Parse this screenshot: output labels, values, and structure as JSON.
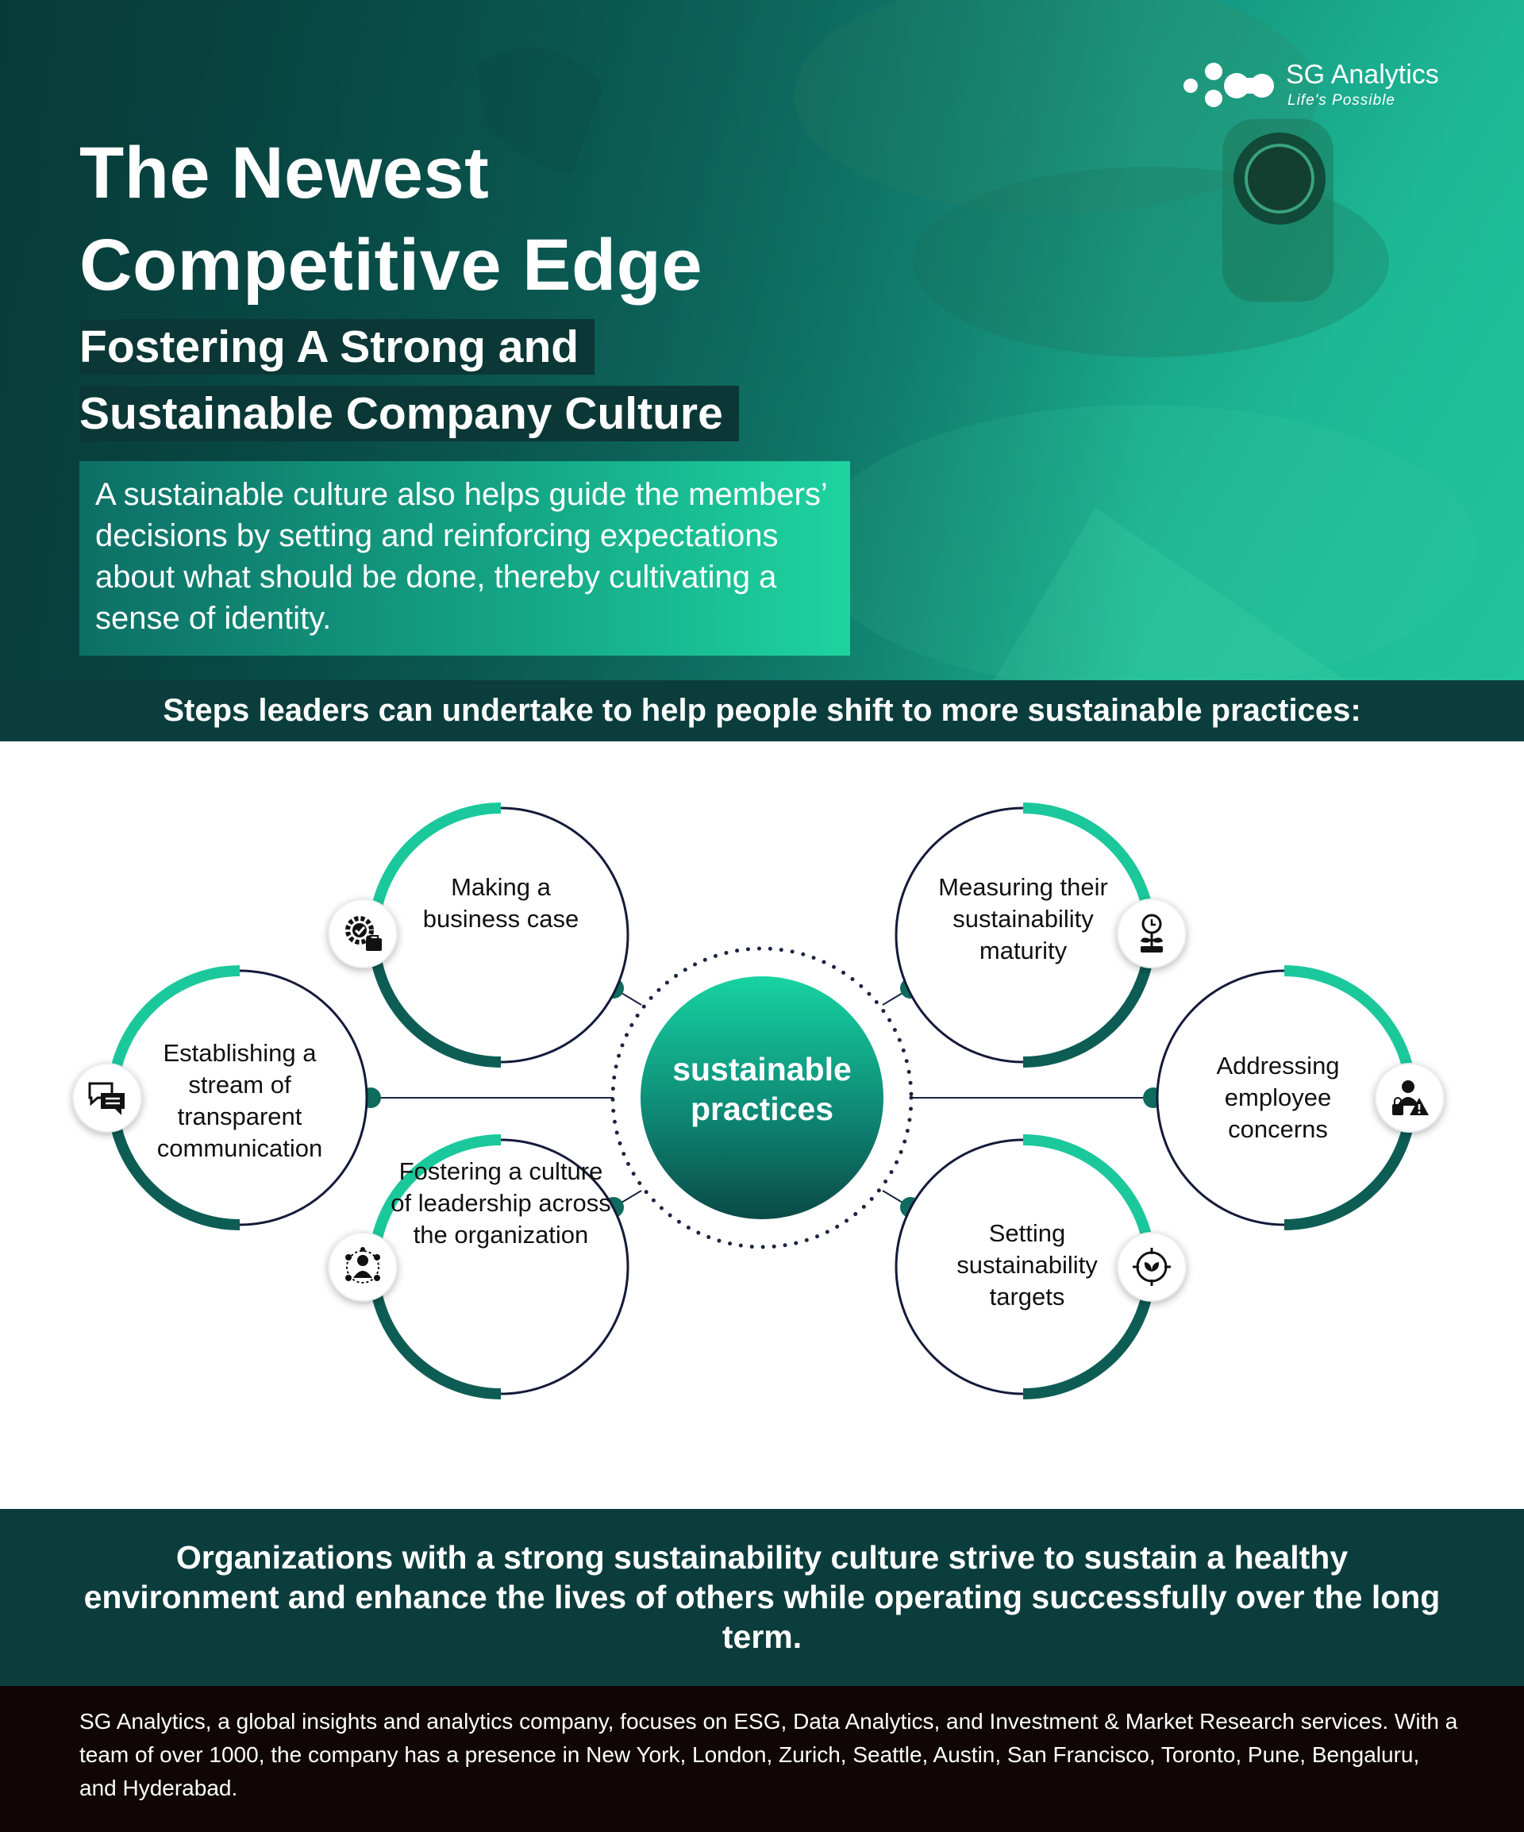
{
  "brand": {
    "name": "SG Analytics",
    "tagline": "Life's Possible"
  },
  "hero": {
    "title_line1": "The Newest",
    "title_line2": "Competitive Edge",
    "subtitle_line1": "Fostering A Strong and",
    "subtitle_line2": "Sustainable Company Culture",
    "intro": "A sustainable culture also helps guide the members’ decisions by setting and reinforcing expectations about what should be done, thereby cultivating a sense of identity."
  },
  "steps_heading": "Steps leaders can undertake to help people shift to more sustainable practices:",
  "diagram": {
    "center_label": "sustainable practices",
    "steps": [
      {
        "label": "Making a business case",
        "icon": "gear-checklist-icon"
      },
      {
        "label": "Establishing a stream of transparent communication",
        "icon": "chat-bubbles-icon"
      },
      {
        "label": "Fostering a culture of leadership across the organization",
        "icon": "leadership-network-icon"
      },
      {
        "label": "Measuring their sustainability maturity",
        "icon": "plant-clock-icon"
      },
      {
        "label": "Addressing employee concerns",
        "icon": "employee-alert-icon"
      },
      {
        "label": "Setting sustainability targets",
        "icon": "target-leaf-icon"
      }
    ]
  },
  "conclusion": "Organizations with a strong sustainability culture strive to sustain a healthy environment and enhance the lives of others while operating successfully over the long term.",
  "footer": "SG Analytics, a global insights and analytics company, focuses on ESG, Data Analytics, and Investment & Market Research services. With a team of over 1000, the company has a presence in New York, London, Zurich, Seattle, Austin, San Francisco, Toronto, Pune, Bengaluru, and Hyderabad.",
  "colors": {
    "dark_teal": "#0b3d3c",
    "accent_green": "#1ed39f",
    "mid_teal": "#0e8a76",
    "footer_bg": "#100607"
  }
}
